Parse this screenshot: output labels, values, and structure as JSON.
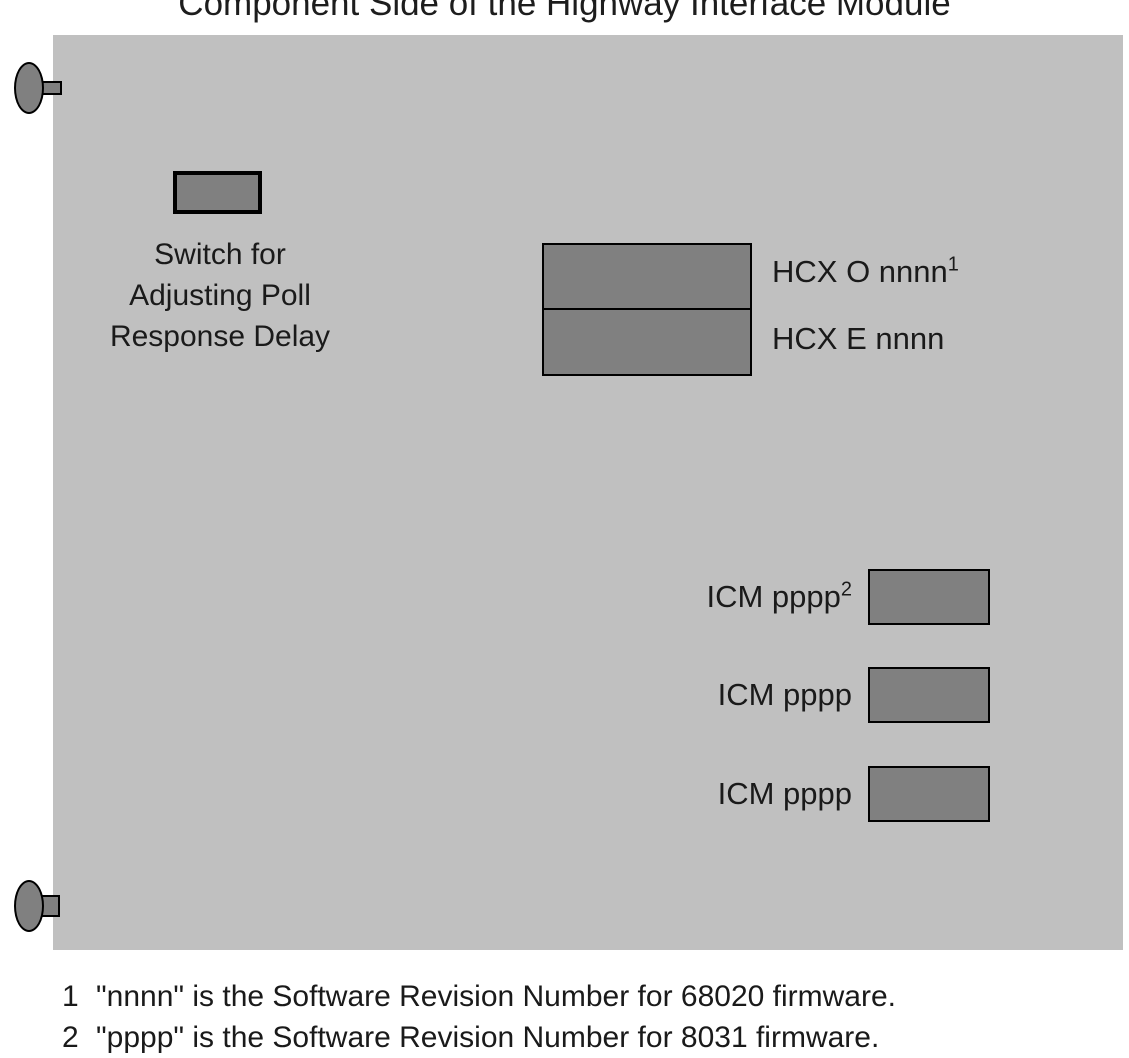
{
  "title": "Component Side of the Highway Interface Module",
  "board": {
    "fasteners": [
      {
        "name": "top-mounting-fastener"
      },
      {
        "name": "bottom-mounting-fastener"
      }
    ],
    "switch": {
      "label": "Switch for\nAdjusting Poll\nResponse Delay",
      "line1": "Switch for",
      "line2": "Adjusting Poll",
      "line3": "Response Delay"
    },
    "hcx": {
      "odd_label": "HCX O nnnn",
      "odd_footnote_marker": "1",
      "even_label": "HCX E nnnn"
    },
    "icm": [
      {
        "label": "ICM pppp",
        "footnote_marker": "2"
      },
      {
        "label": "ICM pppp",
        "footnote_marker": ""
      },
      {
        "label": "ICM pppp",
        "footnote_marker": ""
      }
    ]
  },
  "footnotes": [
    {
      "marker": "1",
      "text": "\"nnnn\" is the Software Revision Number for 68020 firmware."
    },
    {
      "marker": "2",
      "text": "\"pppp\" is the Software Revision Number for 8031 firmware."
    }
  ],
  "colors": {
    "panel_background": "#c0c0c0",
    "component_fill": "#808080",
    "outline": "#000000",
    "text": "#1a1a1a",
    "page_background": "#ffffff"
  }
}
